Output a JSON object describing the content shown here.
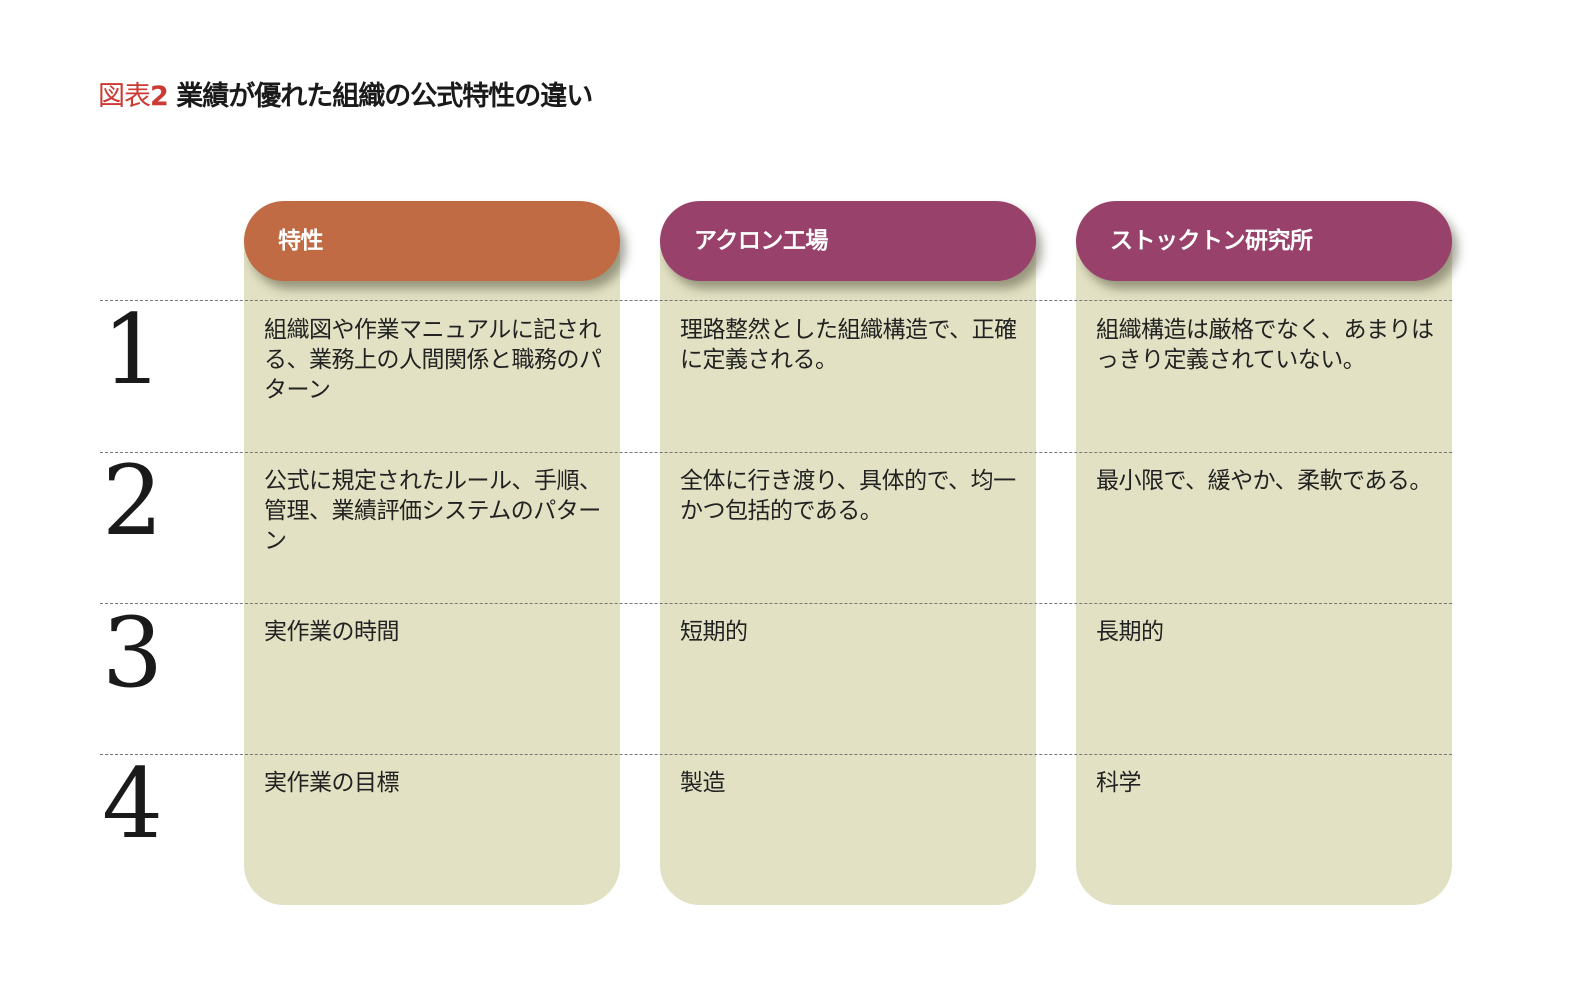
{
  "title": {
    "figure_label": "図表",
    "figure_number": "2",
    "text": "業績が優れた組織の公式特性の違い"
  },
  "colors": {
    "figure_label": "#cc3b33",
    "header_characteristic": "#c06b44",
    "header_org": "#98416a",
    "column_body": "#e2e1c3",
    "divider": "#777777"
  },
  "columns": [
    {
      "header": "特性"
    },
    {
      "header": "アクロン工場"
    },
    {
      "header": "ストックトン研究所"
    }
  ],
  "rows": [
    {
      "number": "1",
      "cells": [
        "組織図や作業マニュアルに記される、業務上の人間関係と職務のパターン",
        "理路整然とした組織構造で、正確に定義される。",
        "組織構造は厳格でなく、あまりはっきり定義されていない。"
      ]
    },
    {
      "number": "2",
      "cells": [
        "公式に規定されたルール、手順、管理、業績評価システムのパターン",
        "全体に行き渡り、具体的で、均一かつ包括的である。",
        "最小限で、緩やか、柔軟である。"
      ]
    },
    {
      "number": "3",
      "cells": [
        "実作業の時間",
        "短期的",
        "長期的"
      ]
    },
    {
      "number": "4",
      "cells": [
        "実作業の目標",
        "製造",
        "科学"
      ]
    }
  ]
}
